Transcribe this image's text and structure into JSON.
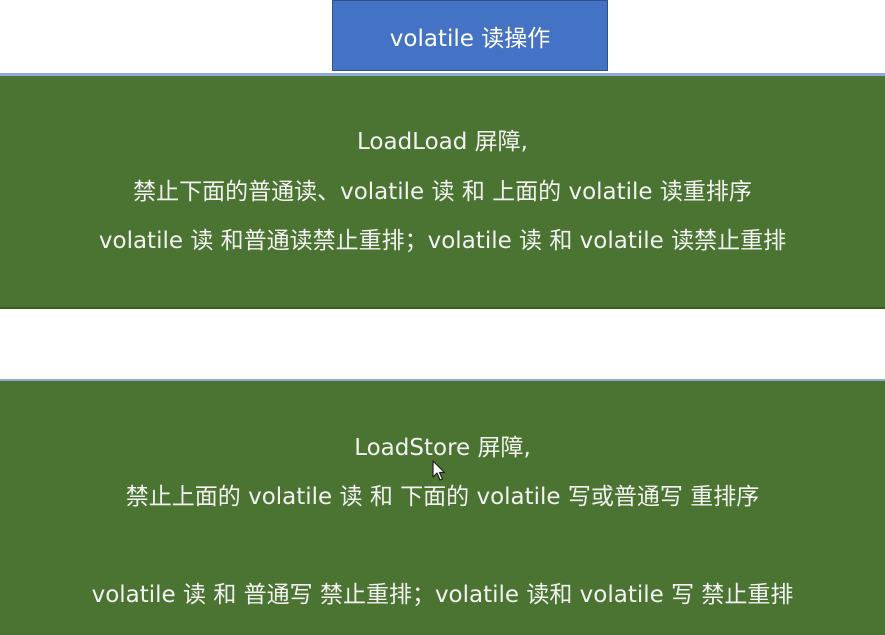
{
  "title": "volatile 读操作",
  "panel_top": {
    "heading": "LoadLoad 屏障,",
    "line1": "禁止下面的普通读、volatile 读  和  上面的 volatile 读重排序",
    "line2": "volatile 读  和普通读禁止重排；volatile 读  和 volatile 读禁止重排"
  },
  "panel_bottom": {
    "heading": "LoadStore 屏障,",
    "line1": "禁止上面的 volatile 读  和  下面的 volatile 写或普通写  重排序",
    "line2": "volatile 读  和  普通写  禁止重排；volatile 读和  volatile 写  禁止重排"
  },
  "colors": {
    "title_bg": "#4472c4",
    "panel_bg": "#4b7331",
    "text": "#f2f2f2"
  },
  "icons": {
    "cursor": "mouse-pointer-icon"
  }
}
